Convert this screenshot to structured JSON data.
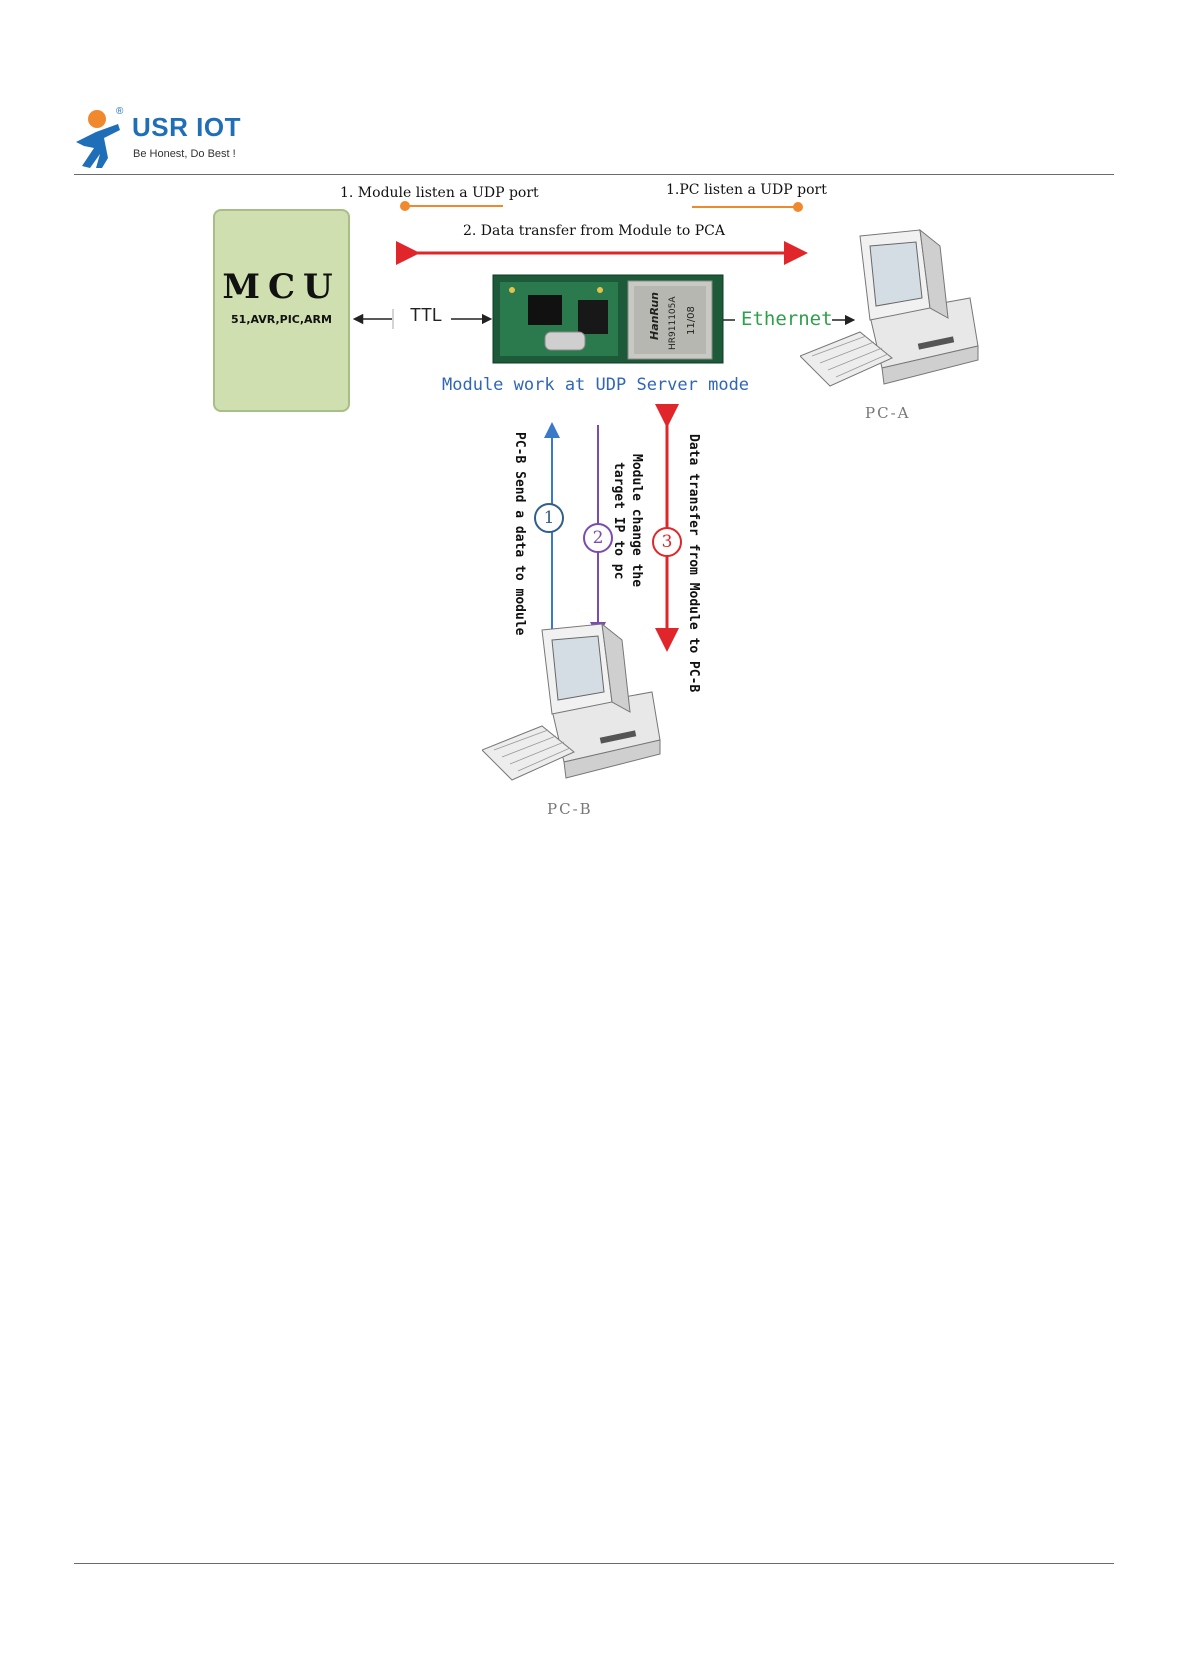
{
  "header": {
    "brand": "USR IOT",
    "registered_mark": "®",
    "tagline": "Be Honest, Do Best !",
    "brand_color": "#1f6fb8",
    "logo_figure_color": "#f0892e"
  },
  "diagram": {
    "step_module_listen": "1.  Module listen a UDP port",
    "step_pc_listen": "1.PC listen a UDP port",
    "step_transfer_pca": "2.  Data transfer from Module to PCA",
    "mcu": {
      "title": "MCU",
      "subtitle": "51,AVR,PIC,ARM"
    },
    "ttl_label": "TTL",
    "ethernet_label": "Ethernet",
    "mode_caption": "Module work at UDP Server mode",
    "chip_text_1": "HanRun",
    "chip_text_2": "HR911105A",
    "chip_text_3": "11/08",
    "pc_a_label": "PC-A",
    "pc_b_label": "PC-B",
    "vertical_labels": {
      "send": "PC-B Send a data to module",
      "change_line1": "Module change the",
      "change_line2": "target IP to pc",
      "transfer_b": "Data transfer from Module to PC-B"
    },
    "circles": [
      "1",
      "2",
      "3"
    ],
    "colors": {
      "red_arrow": "#e0262a",
      "orange_marker": "#f0892e",
      "blue_arrow": "#3a78c8",
      "purple_arrow": "#7b4bb0",
      "green_text": "#2fa04a",
      "mcu_fill": "#cfdfb0"
    }
  }
}
